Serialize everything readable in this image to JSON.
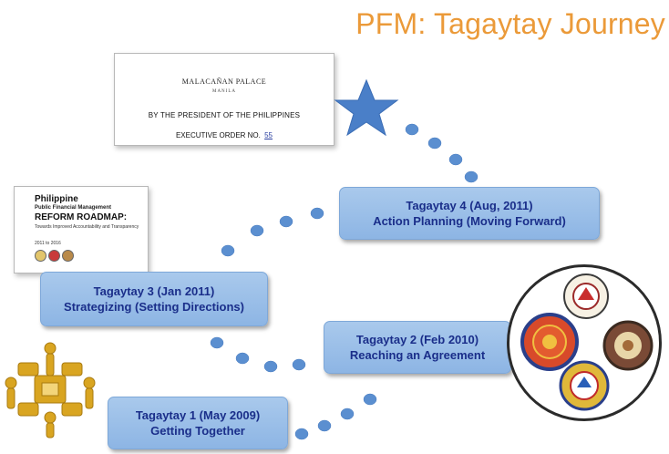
{
  "title": "PFM: Tagaytay Journey",
  "executive_order": {
    "line1": "MALACAÑAN PALACE",
    "line2": "MANILA",
    "line3": "BY THE PRESIDENT OF THE PHILIPPINES",
    "line4": "EXECUTIVE ORDER NO.",
    "number": "55"
  },
  "roadmap_doc": {
    "line1": "Philippine",
    "line2": "Public Financial Management",
    "line3": "REFORM ROADMAP:",
    "line4": "Towards Improved Accountability and Transparency",
    "line5": "2011 to 2016"
  },
  "milestones": [
    {
      "title": "Tagaytay 1 (May 2009)",
      "subtitle": "Getting Together"
    },
    {
      "title": "Tagaytay 2 (Feb 2010)",
      "subtitle": "Reaching an Agreement"
    },
    {
      "title": "Tagaytay 3 (Jan 2011)",
      "subtitle": "Strategizing  (Setting Directions)"
    },
    {
      "title": "Tagaytay 4 (Aug, 2011)",
      "subtitle": "Action Planning (Moving Forward)"
    }
  ],
  "colors": {
    "title": "#eb9a39",
    "box_fill": "#9cc0e8",
    "box_text": "#1a2e8a",
    "dot": "#5b8fd0",
    "star": "#4a7fc8"
  },
  "icons": {
    "star": "star-icon",
    "people": "people-puzzle-icon",
    "seals": "agency-seals-icon"
  }
}
